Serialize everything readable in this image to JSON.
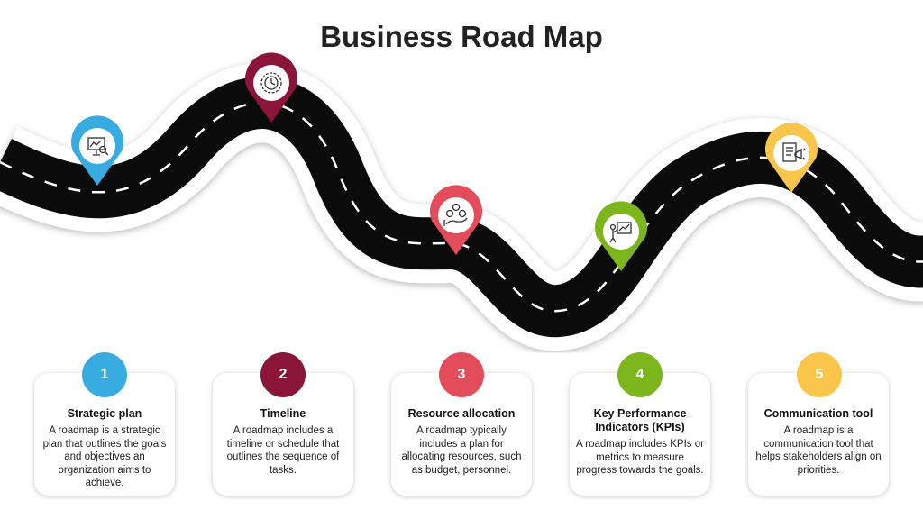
{
  "title": "Business Road Map",
  "steps": [
    {
      "number": "1",
      "title": "Strategic plan",
      "text": "A roadmap is a strategic plan that outlines the goals and objectives an organization aims to achieve.",
      "color": "#38ABE0",
      "icon": "presentation-chart-icon"
    },
    {
      "number": "2",
      "title": "Timeline",
      "text": "A roadmap includes a timeline or schedule that outlines the sequence of tasks.",
      "color": "#8B1538",
      "icon": "clock-gear-icon"
    },
    {
      "number": "3",
      "title": "Resource allocation",
      "text": "A roadmap typically includes a plan for allocating resources, such as budget, personnel.",
      "color": "#E34C5B",
      "icon": "hand-resources-icon"
    },
    {
      "number": "4",
      "title": "Key Performance Indicators (KPIs)",
      "text": "A roadmap includes KPIs or metrics to measure progress towards the goals.",
      "color": "#7DB51D",
      "icon": "presenter-board-icon"
    },
    {
      "number": "5",
      "title": "Communication tool",
      "text": "A roadmap is a communication tool that helps stakeholders align on priorities.",
      "color": "#F9C54B",
      "icon": "document-megaphone-icon"
    }
  ]
}
